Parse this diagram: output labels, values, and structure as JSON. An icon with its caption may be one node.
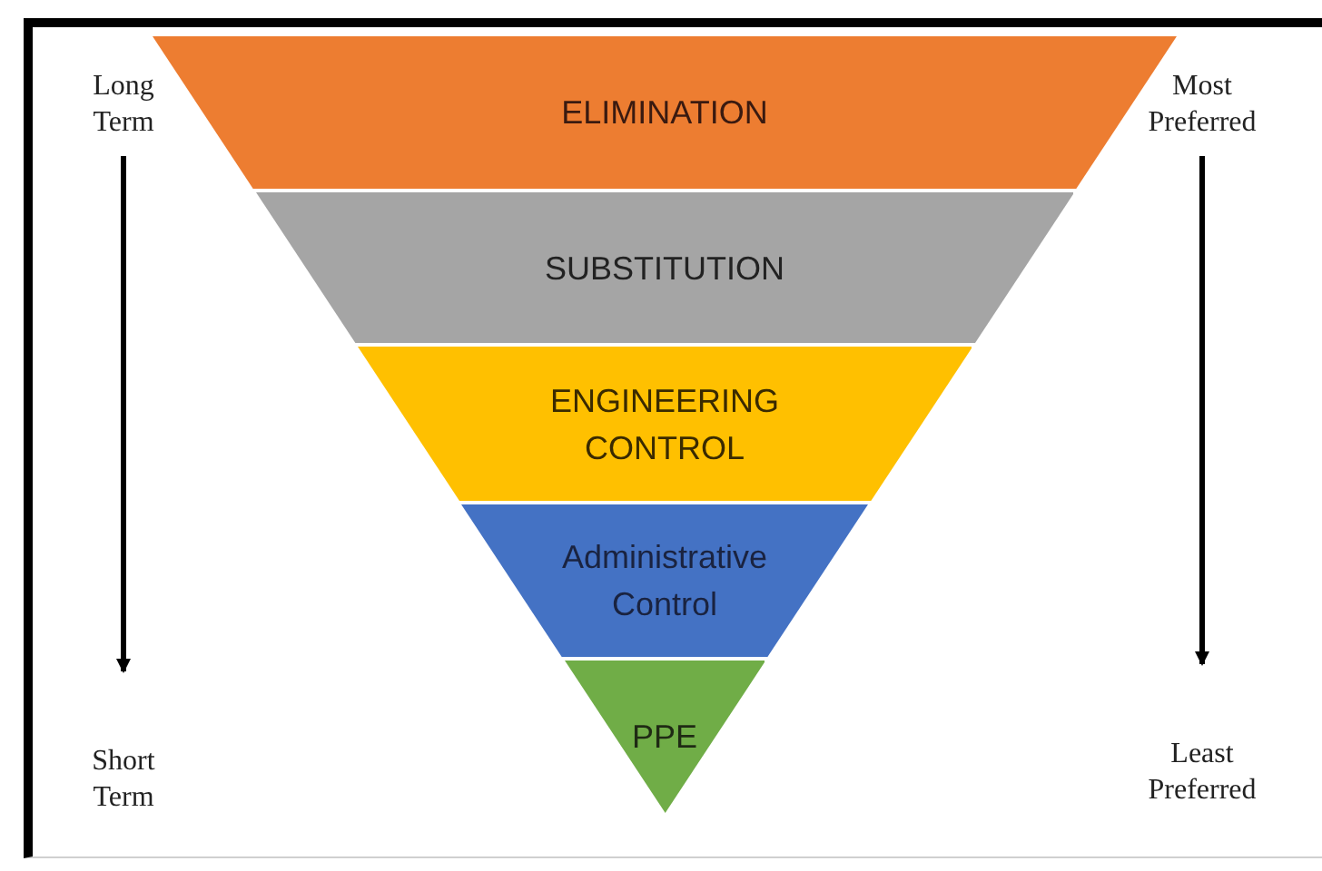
{
  "diagram": {
    "nodes": [
      {
        "text": [
          "Long Term"
        ]
      },
      {
        "text": [
          "Most Preferred"
        ]
      },
      {
        "text": [
          "ELIMINATION"
        ]
      },
      {
        "text": [
          "SUBSTITUTION"
        ]
      },
      {
        "text": [
          "ENGINEERING CONTROL"
        ]
      },
      {
        "text": [
          "Administrative Control"
        ]
      },
      {
        "text": [
          "PPE"
        ]
      },
      {
        "text": [
          "Short Term"
        ]
      },
      {
        "text": [
          "Least Preferred"
        ]
      }
    ],
    "edges": [
      {
        "from": 0,
        "to": 7,
        "arrow": "to"
      },
      {
        "from": 1,
        "to": 8,
        "arrow": "to"
      }
    ]
  }
}
